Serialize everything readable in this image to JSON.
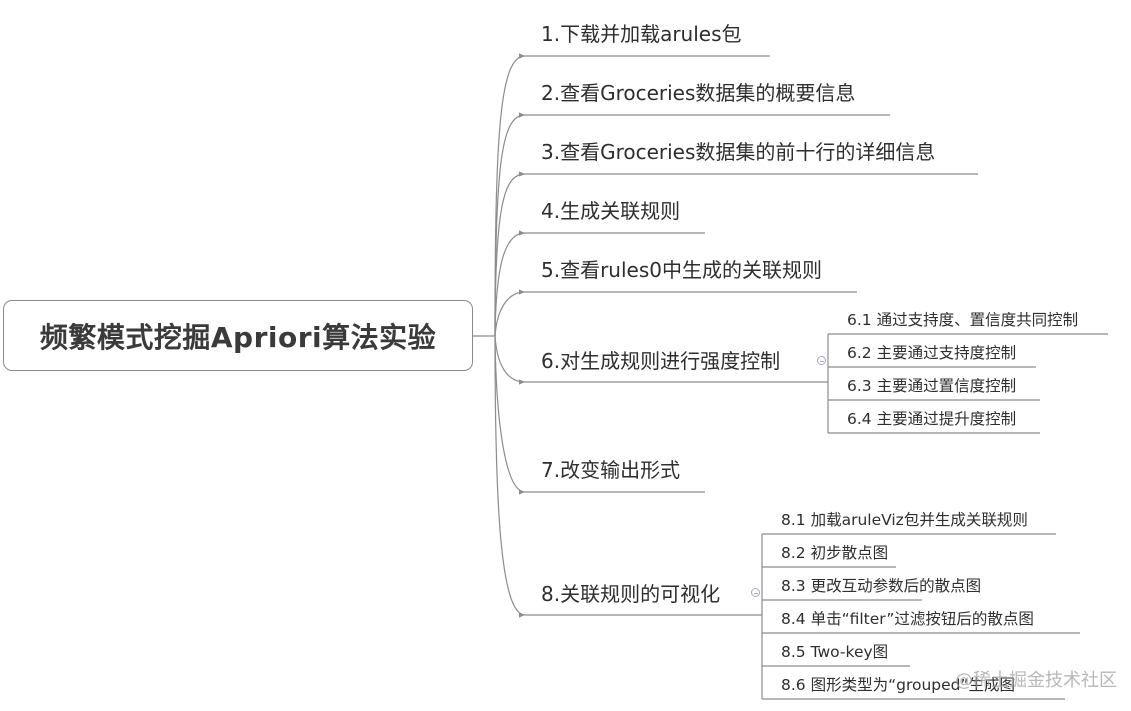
{
  "mindmap": {
    "root": {
      "label": "频繁模式挖掘Apriori算法实验"
    },
    "branches": [
      {
        "label": "1.下载并加载arules包"
      },
      {
        "label": "2.查看Groceries数据集的概要信息"
      },
      {
        "label": "3.查看Groceries数据集的前十行的详细信息"
      },
      {
        "label": "4.生成关联规则"
      },
      {
        "label": "5.查看rules0中生成的关联规则"
      },
      {
        "label": "6.对生成规则进行强度控制",
        "children": [
          {
            "label": "6.1 通过支持度、置信度共同控制"
          },
          {
            "label": "6.2 主要通过支持度控制"
          },
          {
            "label": "6.3 主要通过置信度控制"
          },
          {
            "label": "6.4 主要通过提升度控制"
          }
        ]
      },
      {
        "label": "7.改变输出形式"
      },
      {
        "label": "8.关联规则的可视化",
        "children": [
          {
            "label": "8.1 加载aruleViz包并生成关联规则"
          },
          {
            "label": "8.2 初步散点图"
          },
          {
            "label": "8.3 更改互动参数后的散点图"
          },
          {
            "label": "8.4 单击“filter”过滤按钮后的散点图"
          },
          {
            "label": "8.5 Two-key图"
          },
          {
            "label": "8.6 图形类型为“grouped”生成图"
          }
        ]
      }
    ],
    "collapse_icon": "circle-minus",
    "line_color": "#8c8c8c"
  },
  "watermark": "@稀土掘金技术社区"
}
